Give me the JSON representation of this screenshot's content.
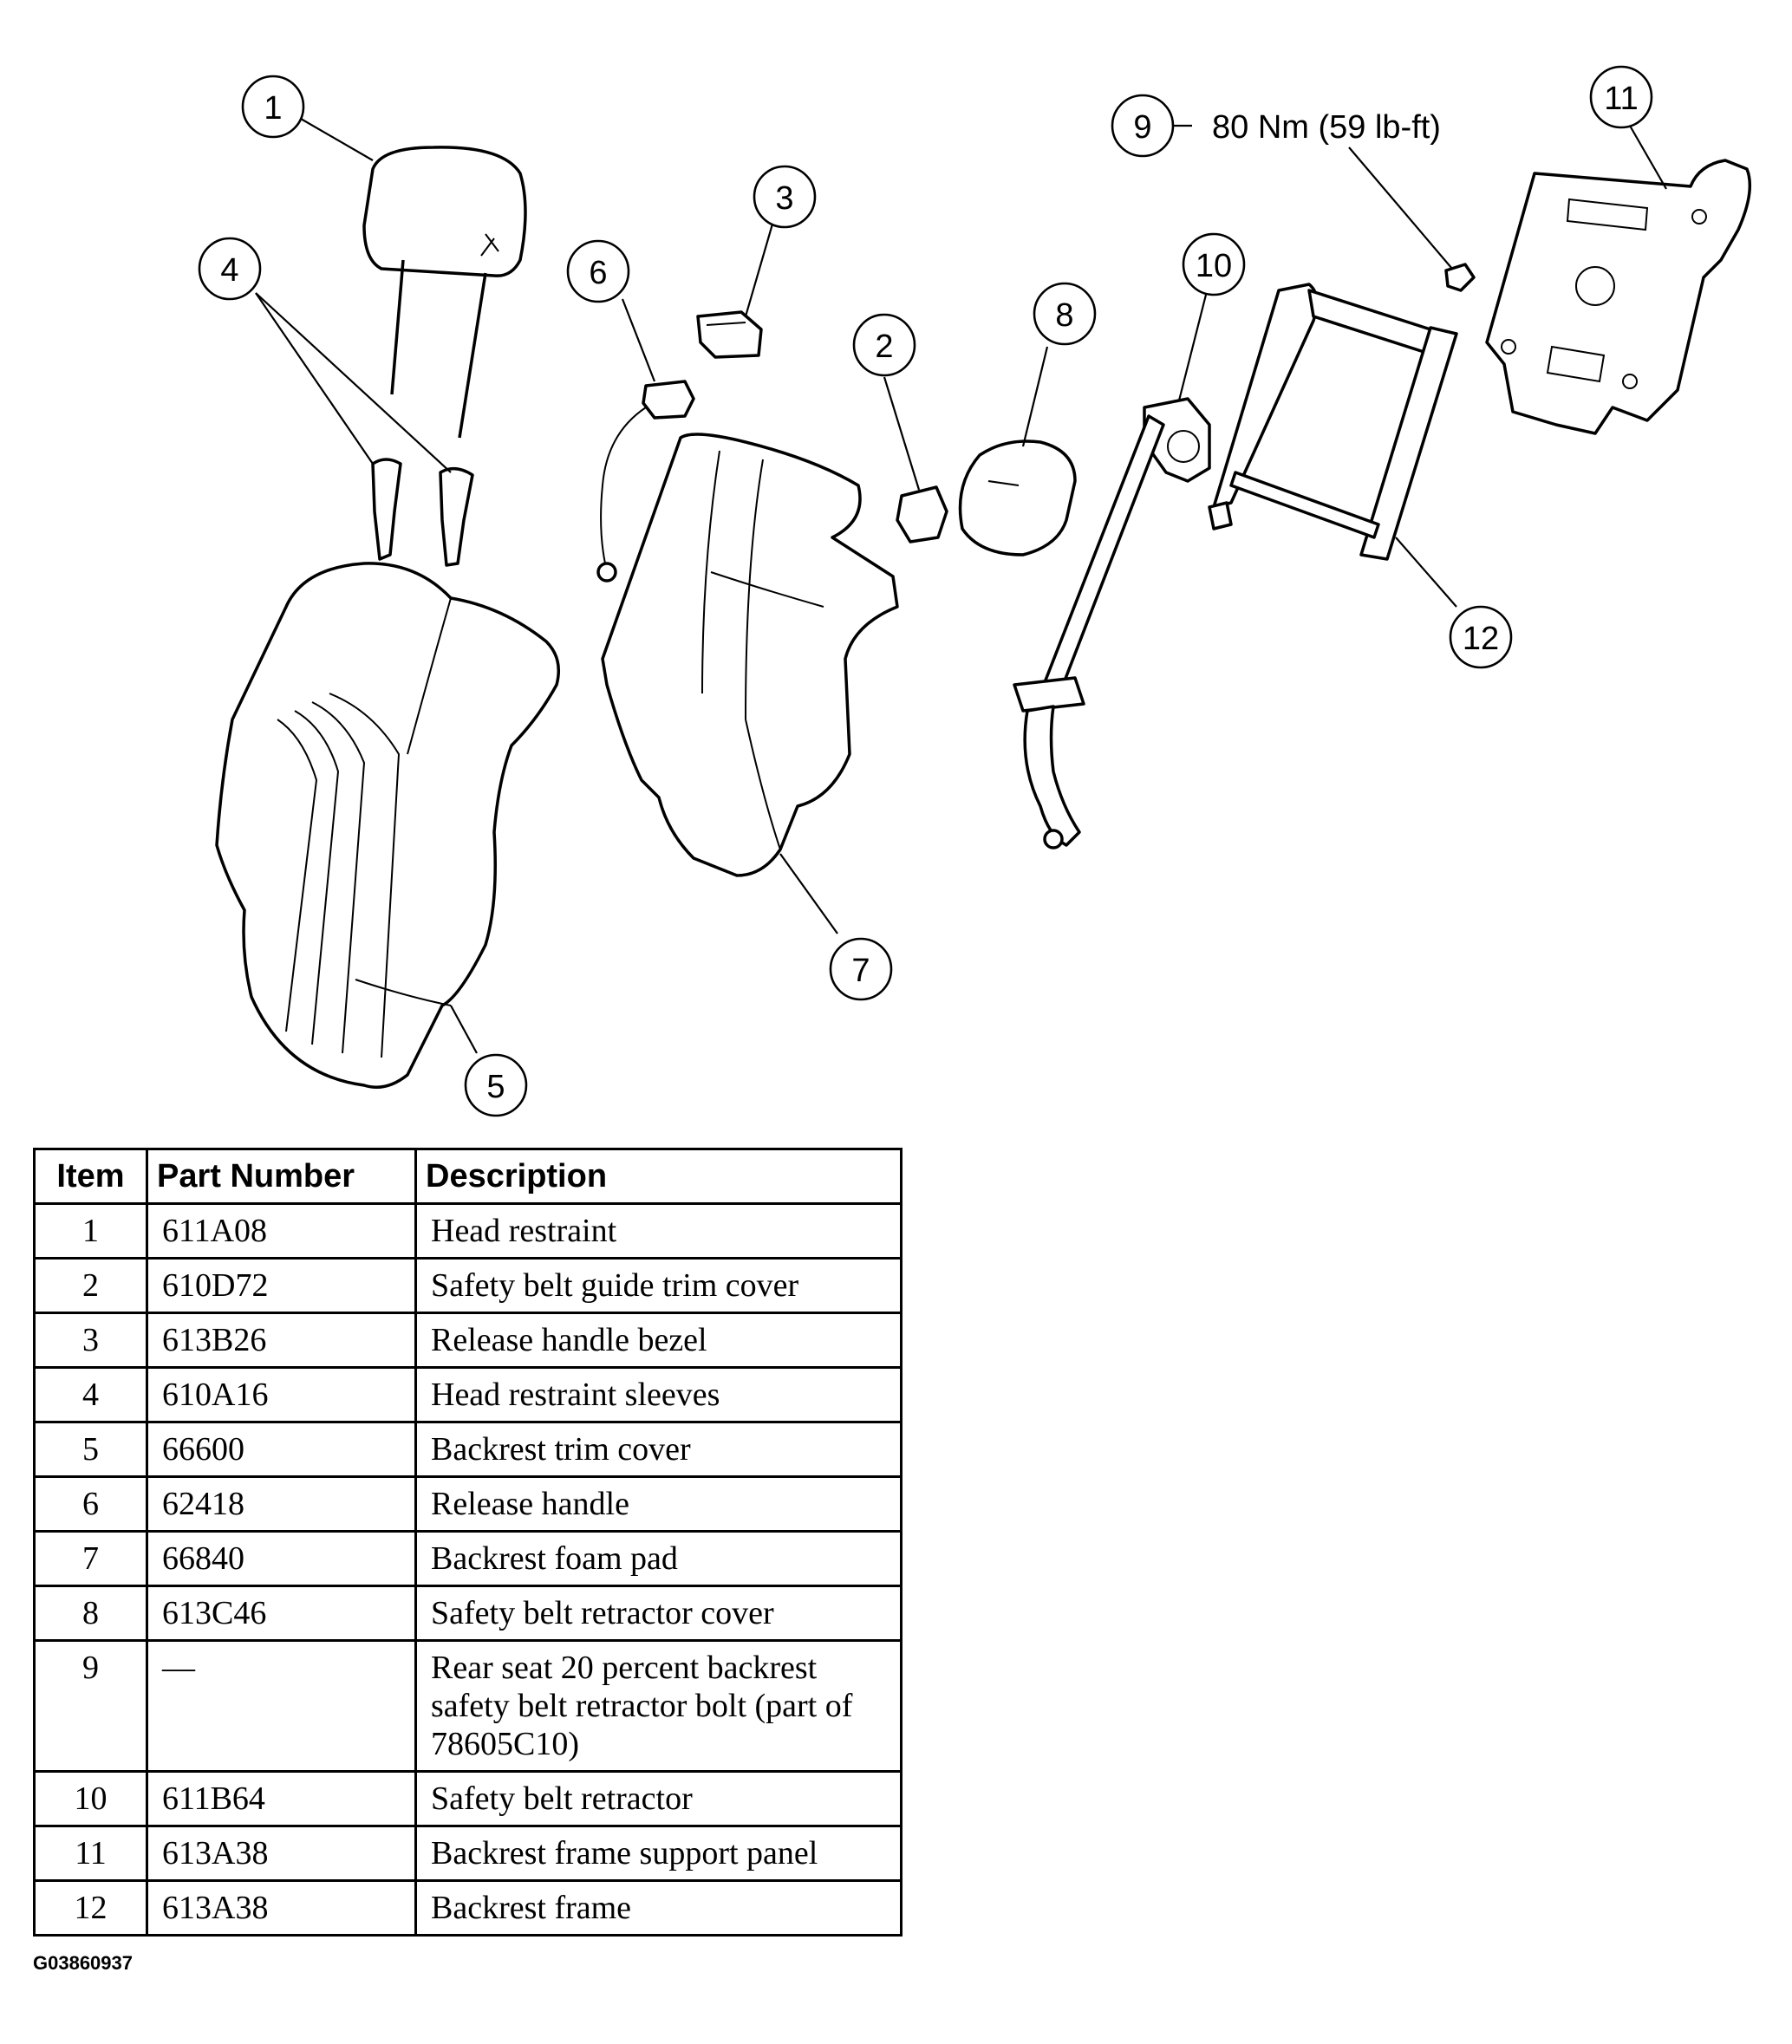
{
  "callouts": [
    {
      "num": "1"
    },
    {
      "num": "2"
    },
    {
      "num": "3"
    },
    {
      "num": "4"
    },
    {
      "num": "5"
    },
    {
      "num": "6"
    },
    {
      "num": "7"
    },
    {
      "num": "8"
    },
    {
      "num": "9"
    },
    {
      "num": "10"
    },
    {
      "num": "11"
    },
    {
      "num": "12"
    }
  ],
  "torque_spec": "80 Nm (59 lb-ft)",
  "table": {
    "headers": {
      "item": "Item",
      "part_number": "Part Number",
      "description": "Description"
    },
    "rows": [
      {
        "item": "1",
        "part_number": "611A08",
        "description": "Head restraint"
      },
      {
        "item": "2",
        "part_number": "610D72",
        "description": "Safety belt guide trim cover"
      },
      {
        "item": "3",
        "part_number": "613B26",
        "description": "Release handle bezel"
      },
      {
        "item": "4",
        "part_number": "610A16",
        "description": "Head restraint sleeves"
      },
      {
        "item": "5",
        "part_number": "66600",
        "description": "Backrest trim cover"
      },
      {
        "item": "6",
        "part_number": "62418",
        "description": "Release handle"
      },
      {
        "item": "7",
        "part_number": "66840",
        "description": "Backrest foam pad"
      },
      {
        "item": "8",
        "part_number": "613C46",
        "description": "Safety belt retractor cover"
      },
      {
        "item": "9",
        "part_number": "—",
        "description": "Rear seat 20 percent backrest safety belt retractor bolt (part of 78605C10)"
      },
      {
        "item": "10",
        "part_number": "611B64",
        "description": "Safety belt retractor"
      },
      {
        "item": "11",
        "part_number": "613A38",
        "description": "Backrest frame support panel"
      },
      {
        "item": "12",
        "part_number": "613A38",
        "description": "Backrest frame"
      }
    ]
  },
  "figure_id": "G03860937"
}
